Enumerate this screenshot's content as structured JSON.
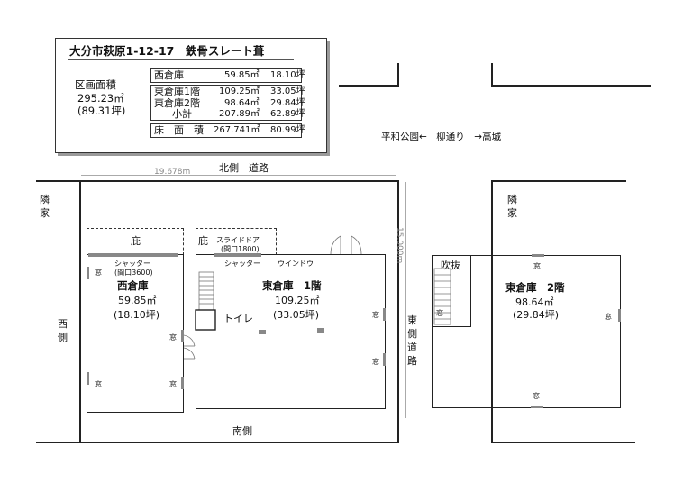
{
  "header": {
    "title": "大分市萩原1-12-17　鉄骨スレート葺",
    "lot_label": "区画面積",
    "lot_area": "295.23㎡",
    "lot_tsubo": "(89.31坪)"
  },
  "table": {
    "west": {
      "name": "西倉庫",
      "m2": "59.85㎡",
      "tsubo": "18.10坪"
    },
    "east1": {
      "name": "東倉庫1階",
      "m2": "109.25㎡",
      "tsubo": "33.05坪"
    },
    "east2": {
      "name": "東倉庫2階",
      "m2": "98.64㎡",
      "tsubo": "29.84坪"
    },
    "subtotal": {
      "name": "小計",
      "m2": "207.89㎡",
      "tsubo": "62.89坪"
    },
    "floor": {
      "name": "床　面　積",
      "m2": "267.741㎡",
      "tsubo": "80.99坪"
    }
  },
  "directions": "平和公園←　柳通り　→高城",
  "dims": {
    "width": "19.678m",
    "depth": "15.000m"
  },
  "roads": {
    "north": "北側　道路",
    "south": "南側",
    "west": "西側",
    "east": "東側　道路",
    "neighbor_left": "隣家",
    "neighbor_right": "隣家"
  },
  "west_building": {
    "canopy": "庇",
    "shutter": "シャッター",
    "shutter_width": "(間口3600)",
    "name": "西倉庫",
    "area": "59.85㎡",
    "tsubo": "(18.10坪)",
    "window": "窓"
  },
  "east_building": {
    "canopy": "庇",
    "slide_door": "スライドドア",
    "slide_width": "(間口1800)",
    "shutter": "シャッター",
    "window_label": "ウインドウ",
    "toilet": "トイレ",
    "name": "東倉庫　1階",
    "area": "109.25㎡",
    "tsubo": "(33.05坪)",
    "window": "窓"
  },
  "upper_floor": {
    "void": "吹抜",
    "name": "東倉庫　2階",
    "area": "98.64㎡",
    "tsubo": "(29.84坪)",
    "window": "窓"
  }
}
